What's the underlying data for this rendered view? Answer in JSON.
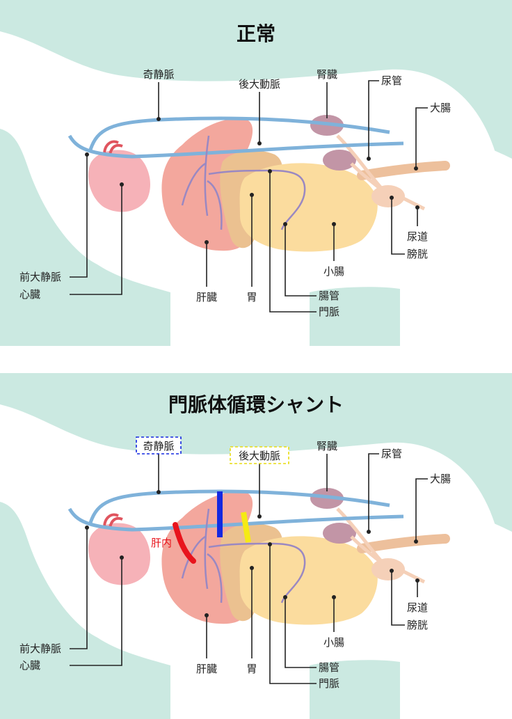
{
  "panels": [
    {
      "title": "正常",
      "labels": {
        "azygos": "奇静脈",
        "caudal_vena_cava": "後大動脈",
        "kidney": "腎臓",
        "ureter": "尿管",
        "large_intestine": "大腸",
        "cranial_vena_cava": "前大静脈",
        "heart": "心臓",
        "liver": "肝臓",
        "stomach": "胃",
        "intestinal_tract": "腸管",
        "portal_vein": "門脈",
        "small_intestine": "小腸",
        "urethra": "尿道",
        "bladder": "膀胱"
      }
    },
    {
      "title": "門脈体循環シャント",
      "labels": {
        "azygos": "奇静脈",
        "caudal_vena_cava": "後大動脈",
        "kidney": "腎臓",
        "ureter": "尿管",
        "large_intestine": "大腸",
        "cranial_vena_cava": "前大静脈",
        "heart": "心臓",
        "liver": "肝臓",
        "stomach": "胃",
        "intestinal_tract": "腸管",
        "portal_vein": "門脈",
        "small_intestine": "小腸",
        "urethra": "尿道",
        "bladder": "膀胱",
        "intrahepatic": "肝内"
      },
      "shunt_colors": {
        "intrahepatic": "#e8141c",
        "portoazygos": "#1428e0",
        "portocaval": "#f5ea14"
      }
    }
  ],
  "colors": {
    "background": "#cbe9e1",
    "body": "#ffffff",
    "vessel": "#7fb2da",
    "heart": "#f6b2b8",
    "liver": "#f3a79d",
    "stomach": "#ebc190",
    "intestine": "#fbdc9e",
    "kidney": "#c295a6",
    "large_intestine": "#edc09c",
    "portal": "#9a88c2"
  }
}
